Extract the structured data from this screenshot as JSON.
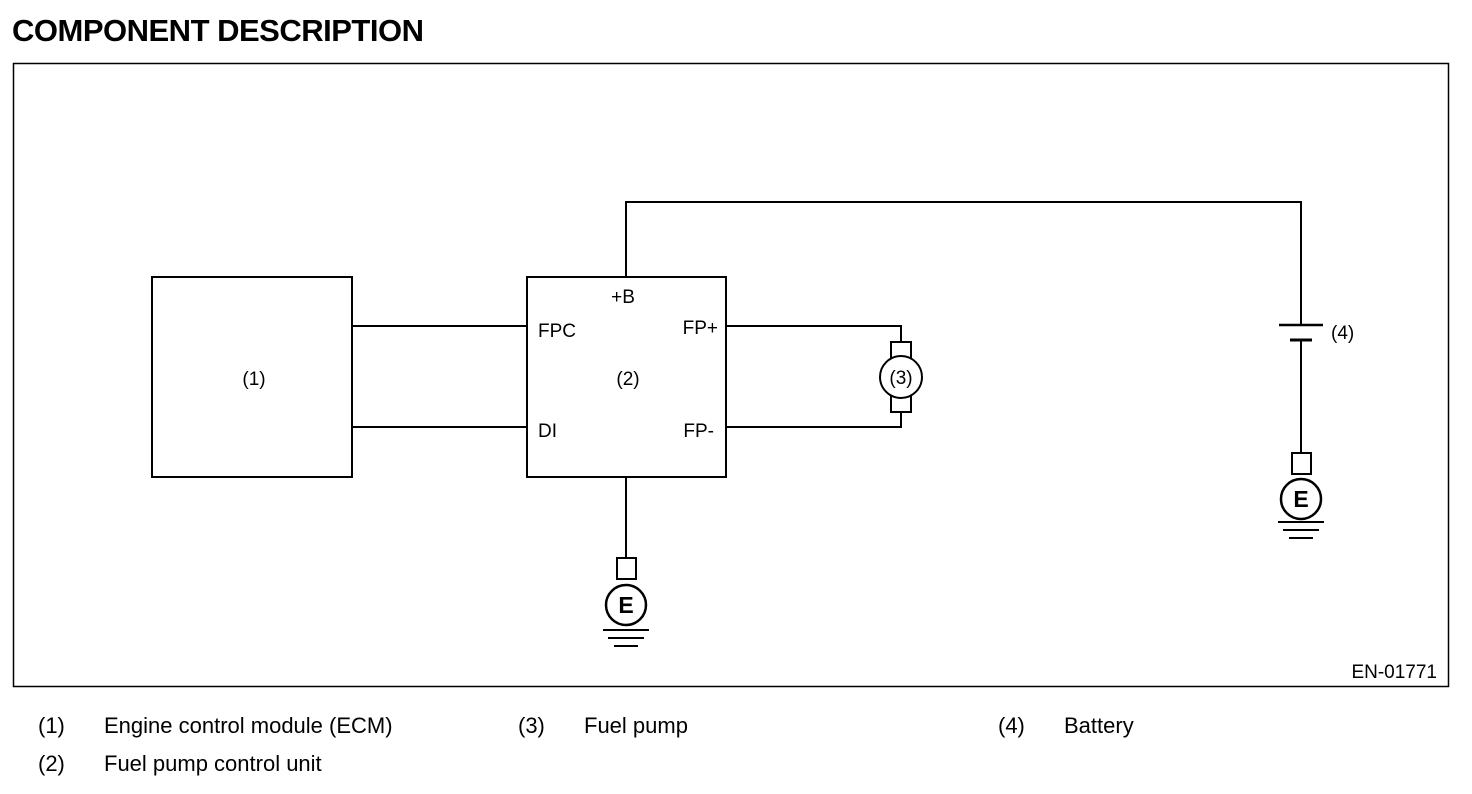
{
  "page_title": "COMPONENT DESCRIPTION",
  "diagram": {
    "ecm_label": "(1)",
    "control_unit": {
      "label": "(2)",
      "pin_plus_b": "+B",
      "pin_fpc": "FPC",
      "pin_di": "DI",
      "pin_fp_plus": "FP+",
      "pin_fp_minus": "FP-"
    },
    "fuel_pump_label": "(3)",
    "battery_label": "(4)",
    "ground_letter": "E",
    "figure_code": "EN-01771"
  },
  "legend": [
    {
      "number": "(1)",
      "text": "Engine control module (ECM)"
    },
    {
      "number": "(2)",
      "text": "Fuel pump control unit"
    },
    {
      "number": "(3)",
      "text": "Fuel pump"
    },
    {
      "number": "(4)",
      "text": "Battery"
    }
  ]
}
